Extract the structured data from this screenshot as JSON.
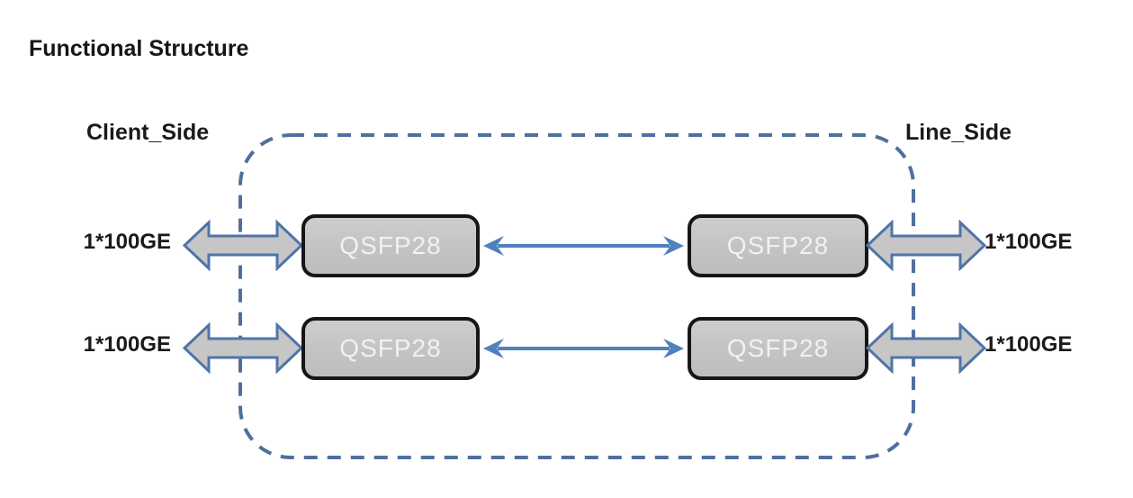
{
  "title": "Functional Structure",
  "sides": {
    "client_label": "Client_Side",
    "line_label": "Line_Side"
  },
  "rows": [
    {
      "client_port_label": "1*100GE",
      "client_module": "QSFP28",
      "line_module": "QSFP28",
      "line_port_label": "1*100GE"
    },
    {
      "client_port_label": "1*100GE",
      "client_module": "QSFP28",
      "line_module": "QSFP28",
      "line_port_label": "1*100GE"
    }
  ],
  "colors": {
    "boundary_dash": "#4f6f9e",
    "big_arrow_fill": "#c6c6c6",
    "big_arrow_stroke": "#4f74a8",
    "module_fill": "#c3c3c3",
    "module_border": "#161616",
    "module_text": "#f1f1f1",
    "connector_blue": "#4f81bd",
    "label_text": "#1a1a1a"
  }
}
